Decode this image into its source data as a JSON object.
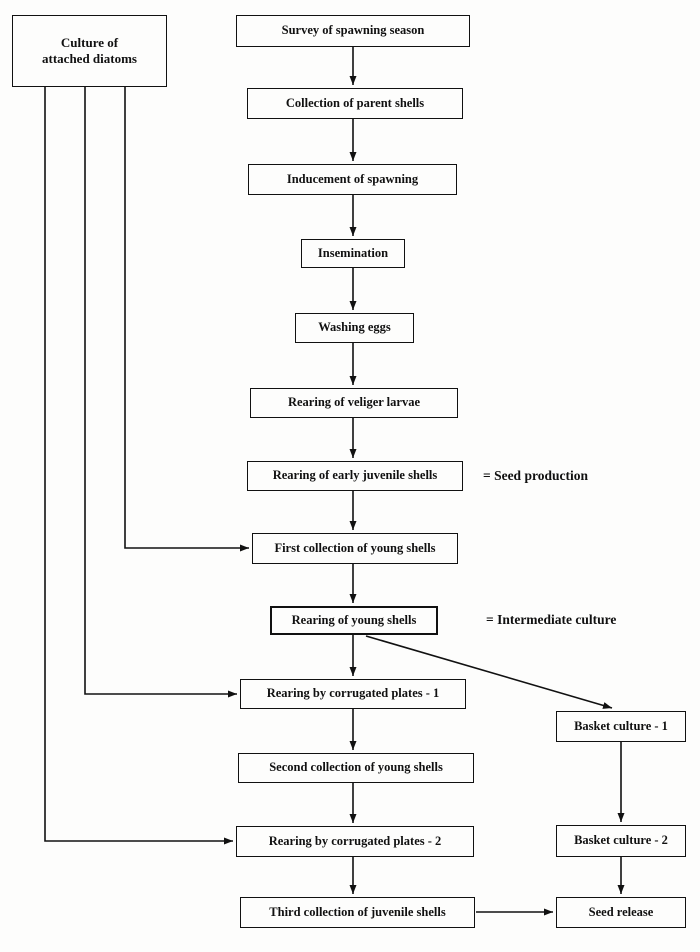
{
  "diagram": {
    "nodes": {
      "culture_diatoms": "Culture of\nattached diatoms",
      "survey": "Survey of spawning season",
      "collection_parent": "Collection of parent shells",
      "inducement": "Inducement of spawning",
      "insemination": "Insemination",
      "washing_eggs": "Washing eggs",
      "rearing_veliger": "Rearing of veliger larvae",
      "rearing_early_juvenile": "Rearing of early juvenile shells",
      "first_collection": "First collection of young shells",
      "rearing_young": "Rearing of young shells",
      "corrugated_plates_1": "Rearing by corrugated plates - 1",
      "second_collection": "Second collection of young shells",
      "corrugated_plates_2": "Rearing by corrugated plates - 2",
      "third_collection": "Third collection of juvenile shells",
      "basket_1": "Basket culture - 1",
      "basket_2": "Basket culture - 2",
      "seed_release": "Seed release"
    },
    "annotations": {
      "seed_production": "= Seed production",
      "intermediate_culture": "= Intermediate culture"
    },
    "colors": {
      "line": "#111111",
      "background": "#fdfdfc"
    }
  }
}
